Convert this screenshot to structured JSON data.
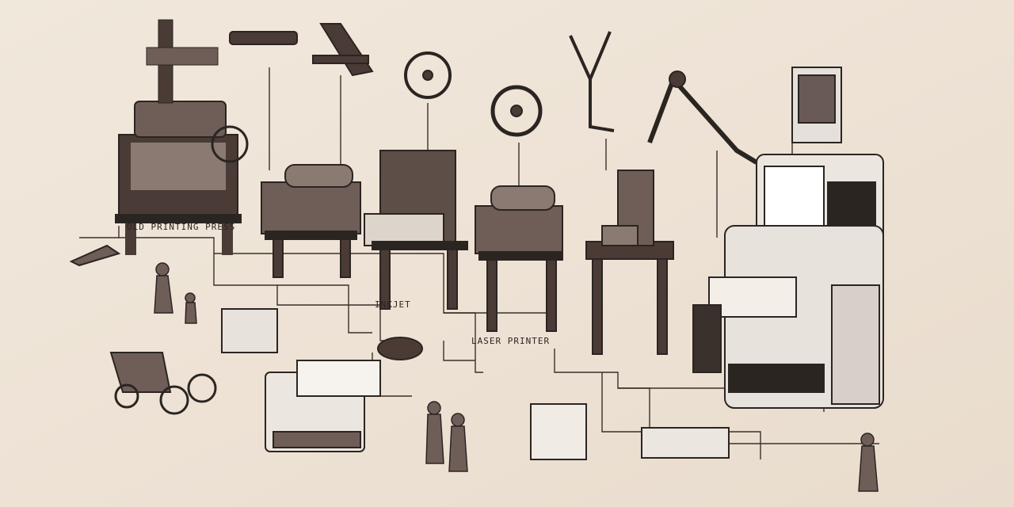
{
  "labels": {
    "old_printing_press": "OLD PRINTING PRESS",
    "inkjet": "INKJET",
    "laser_printer": "LASER PRINTER"
  },
  "palette": {
    "background": "#efe4d6",
    "ink": "#2b2522",
    "dark_wood": "#4a3b36",
    "mid_brown": "#6f5e58",
    "paper": "#f3eee8",
    "screen": "#e8e2dc"
  }
}
